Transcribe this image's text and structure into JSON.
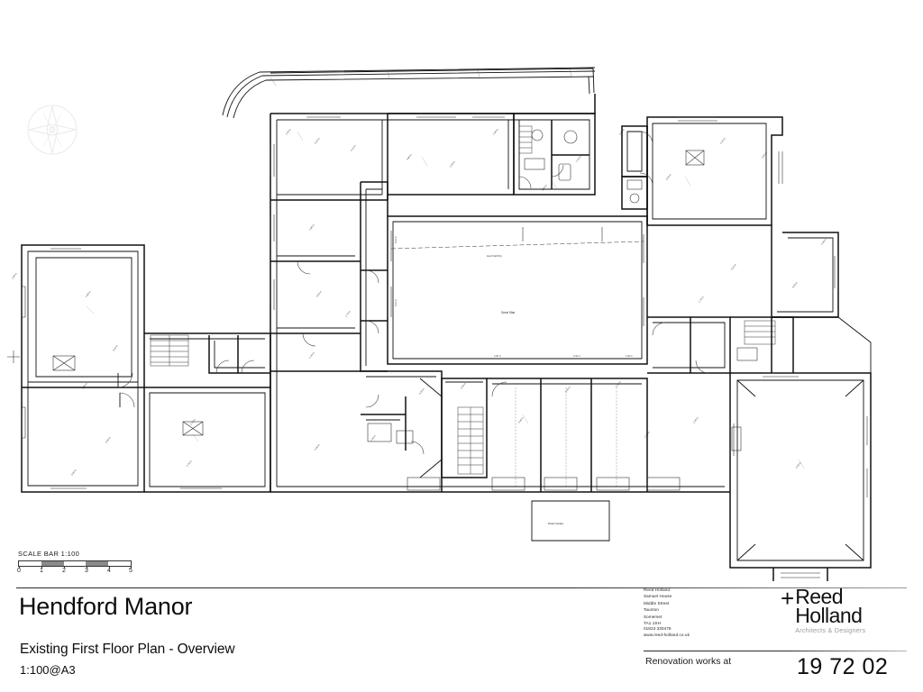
{
  "sheet": {
    "project_title": "Hendford Manor",
    "drawing_title": "Existing First Floor Plan - Overview",
    "drawing_scale": "1:100@A3",
    "drawing_number": "19 72 02",
    "renovation_label": "Renovation works at"
  },
  "scale_bar": {
    "caption": "SCALE BAR 1:100",
    "ticks": [
      "0",
      "1",
      "2",
      "3",
      "4",
      "5"
    ],
    "segments": [
      "light",
      "dark",
      "light",
      "dark",
      "light"
    ],
    "units": "metres"
  },
  "practice": {
    "name_line": "Reed Holland",
    "address": [
      "Reed Holland",
      "Samuel House",
      "Middle Street",
      "Taunton",
      "Somerset",
      "TA1 1SH"
    ],
    "contact": [
      "01823 330479",
      "www.reed-holland.co.uk"
    ],
    "logo": {
      "mark": "+",
      "word_top": "Reed",
      "word_bottom": "Holland",
      "tagline": "Architects & Designers"
    }
  },
  "plan": {
    "north_point": "north-point-compass",
    "central_space_label": "Great Stair",
    "roof_note": "Roof Hatching",
    "garden_label": "Flower Garden",
    "annotations": [
      "Bedroom 1",
      "Bedroom 2",
      "Bedroom 3",
      "Bedroom 4",
      "Bathroom",
      "En-suite",
      "Landing",
      "Store",
      "Dressing",
      "WC",
      "Void",
      "Stair"
    ]
  },
  "colors": {
    "ink": "#1a1a1a",
    "paper": "#ffffff",
    "rule": "#2b2b2b",
    "logo_grey": "#9b9b9b",
    "scale_fill": "#8a8a8a"
  }
}
